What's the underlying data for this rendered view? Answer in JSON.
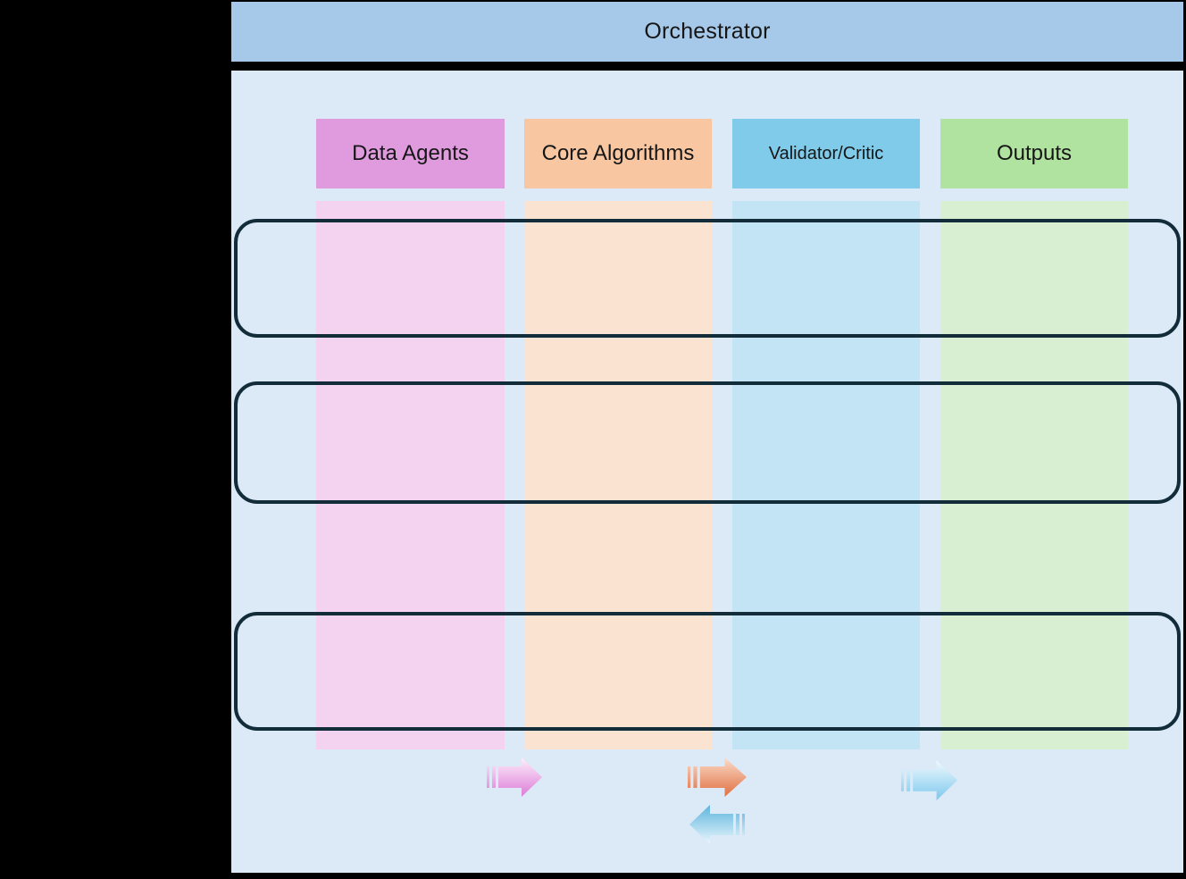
{
  "diagram": {
    "title": "Orchestrator",
    "colors": {
      "canvas_bg": "#000000",
      "slide_bg": "#dce9f6",
      "title_bar_bg": "#a7c9e9",
      "title_text": "#161616",
      "lane_outline": "#132c3a"
    },
    "columns": [
      {
        "label": "Data Agents",
        "header_bg": "#e09ade",
        "band_bg": "#f3d3ef"
      },
      {
        "label": "Core Algorithms",
        "header_bg": "#f8c7a2",
        "band_bg": "#fbe3d1"
      },
      {
        "label": "Validator/Critic",
        "header_bg": "#80cbe9",
        "band_bg": "#c3e4f4"
      },
      {
        "label": "Outputs",
        "header_bg": "#b1e3a0",
        "band_bg": "#d8efd1"
      }
    ],
    "lanes": [
      {
        "name": "lane-1"
      },
      {
        "name": "lane-2"
      },
      {
        "name": "lane-3"
      }
    ],
    "arrows": [
      {
        "name": "data-agents-to-core-algorithms",
        "direction": "right",
        "grad_top": "#fdeffb",
        "grad_bottom": "#dd7cd7"
      },
      {
        "name": "core-algorithms-to-validator",
        "direction": "right",
        "grad_top": "#fbdcc9",
        "grad_bottom": "#e06f41"
      },
      {
        "name": "validator-to-outputs",
        "direction": "right",
        "grad_top": "#f0f9fe",
        "grad_bottom": "#7cc8ed"
      },
      {
        "name": "validator-feedback-to-core",
        "direction": "left",
        "grad_top": "#5db4de",
        "grad_bottom": "#e9f6fc"
      }
    ]
  }
}
